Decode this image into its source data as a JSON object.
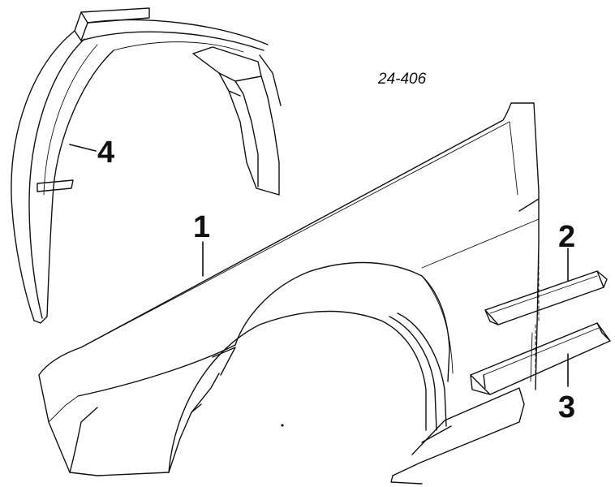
{
  "diagram": {
    "reference_code": "24-406",
    "callouts": [
      {
        "id": "part-1",
        "label": "1"
      },
      {
        "id": "part-2",
        "label": "2"
      },
      {
        "id": "part-3",
        "label": "3"
      },
      {
        "id": "part-4",
        "label": "4"
      }
    ],
    "colors": {
      "ink": "#111111",
      "background": "#ffffff"
    }
  }
}
